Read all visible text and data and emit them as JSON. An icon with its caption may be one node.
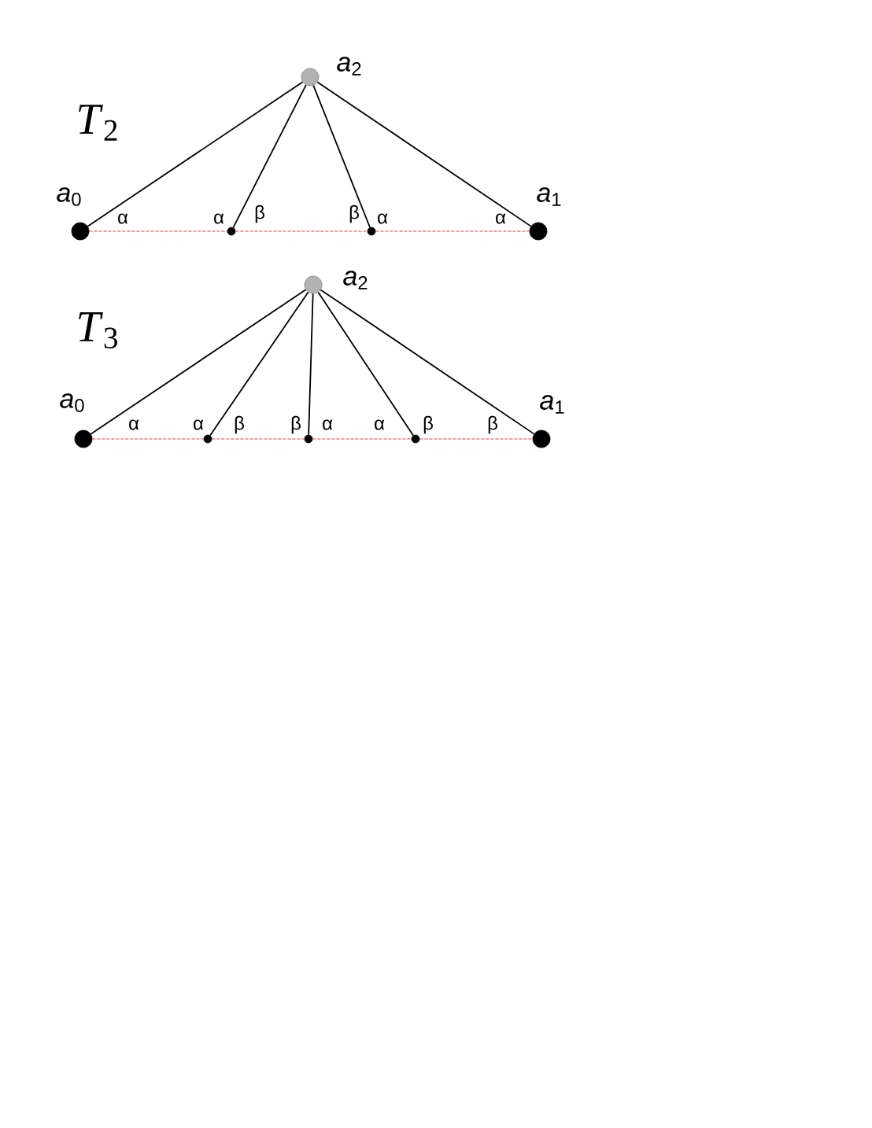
{
  "diagram": {
    "nodes": [
      {
        "text": [],
        "shape": "circle",
        "beside": [
          "*a*$_{0}$"
        ]
      },
      {
        "text": [],
        "shape": "circle"
      },
      {
        "text": [],
        "shape": "circle"
      },
      {
        "text": [],
        "shape": "circle",
        "beside": [
          "*a*$_{1}$"
        ]
      },
      {
        "text": [],
        "shape": "circle",
        "beside": [
          "*a*$_{2}$"
        ]
      },
      {
        "text": [],
        "shape": "circle",
        "beside": [
          "*a*$_{0}$"
        ]
      },
      {
        "text": [],
        "shape": "circle"
      },
      {
        "text": [],
        "shape": "circle"
      },
      {
        "text": [],
        "shape": "circle"
      },
      {
        "text": [],
        "shape": "circle",
        "beside": [
          "*a*$_{1}$"
        ]
      },
      {
        "text": [],
        "shape": "circle",
        "beside": [
          "*a*$_{2}$"
        ]
      }
    ],
    "edges": [
      {
        "from": 4,
        "to": 0,
        "arrow": "none"
      },
      {
        "from": 4,
        "to": 1,
        "arrow": "none"
      },
      {
        "from": 4,
        "to": 2,
        "arrow": "none"
      },
      {
        "from": 4,
        "to": 3,
        "arrow": "none"
      },
      {
        "from": 0,
        "to": 1,
        "arrow": "none",
        "style": "dashed",
        "color": "#ff0000"
      },
      {
        "from": 1,
        "to": 2,
        "arrow": "none",
        "style": "dashed",
        "color": "#ff0000"
      },
      {
        "from": 2,
        "to": 3,
        "arrow": "none",
        "style": "dashed",
        "color": "#ff0000"
      },
      {
        "from": 10,
        "to": 5,
        "arrow": "none"
      },
      {
        "from": 10,
        "to": 6,
        "arrow": "none"
      },
      {
        "from": 10,
        "to": 7,
        "arrow": "none"
      },
      {
        "from": 10,
        "to": 8,
        "arrow": "none"
      },
      {
        "from": 10,
        "to": 9,
        "arrow": "none"
      },
      {
        "from": 5,
        "to": 6,
        "arrow": "none",
        "style": "dashed",
        "color": "#ff0000"
      },
      {
        "from": 6,
        "to": 7,
        "arrow": "none",
        "style": "dashed",
        "color": "#ff0000"
      },
      {
        "from": 7,
        "to": 8,
        "arrow": "none",
        "style": "dashed",
        "color": "#ff0000"
      },
      {
        "from": 8,
        "to": 9,
        "arrow": "none",
        "style": "dashed",
        "color": "#ff0000"
      }
    ],
    "labels": [
      "*T*$_{2}$",
      "α",
      "α",
      "β",
      "β",
      "α",
      "α",
      "*T*$_{3}$",
      "α",
      "α",
      "β",
      "β",
      "α",
      "α",
      "β",
      "β"
    ]
  }
}
